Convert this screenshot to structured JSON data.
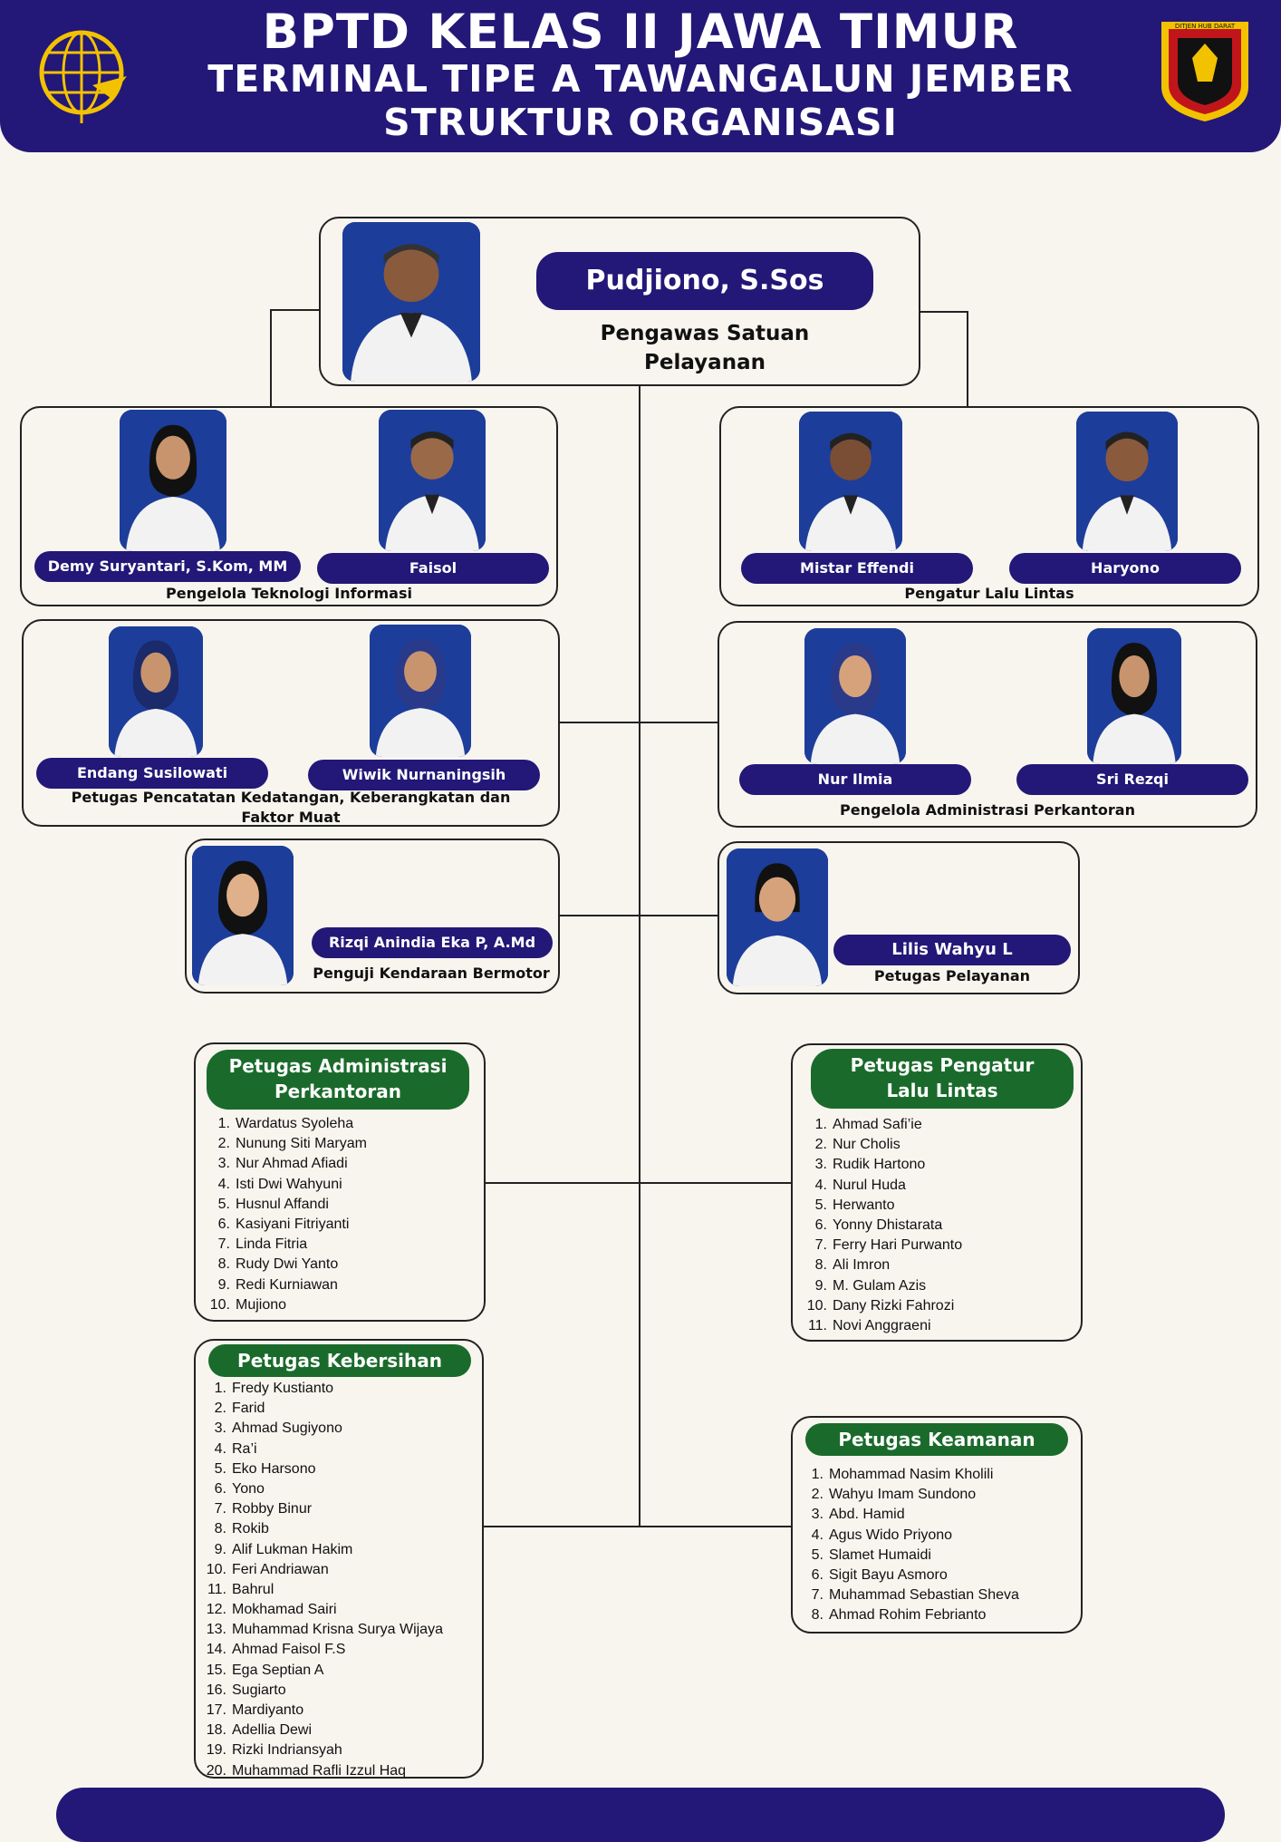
{
  "header": {
    "title_line1": "BPTD KELAS II JAWA TIMUR",
    "title_line2": "TERMINAL TIPE A TAWANGALUN JEMBER",
    "title_line3": "STRUKTUR ORGANISASI",
    "left_logo": "kemenhub-globe-logo",
    "right_logo": "ditjen-hub-darat-shield-logo",
    "right_logo_text": "DITJEN HUB DARAT"
  },
  "head": {
    "name": "Pudjiono, S.Sos",
    "role": "Pengawas Satuan Pelayanan"
  },
  "pengelola_ti": {
    "names": [
      "Demy Suryantari, S.Kom, MM",
      "Faisol"
    ],
    "role": "Pengelola Teknologi Informasi"
  },
  "pengatur_lalu_lintas": {
    "names": [
      "Mistar Effendi",
      "Haryono"
    ],
    "role": "Pengatur Lalu Lintas"
  },
  "petugas_pencatatan": {
    "names": [
      "Endang Susilowati",
      "Wiwik Nurnaningsih"
    ],
    "role_line1": "Petugas Pencatatan Kedatangan, Keberangkatan dan",
    "role_line2": "Faktor Muat"
  },
  "pengelola_admin": {
    "names": [
      "Nur Ilmia",
      "Sri Rezqi"
    ],
    "role": "Pengelola Administrasi Perkantoran"
  },
  "penguji": {
    "name": "Rizqi Anindia Eka P, A.Md",
    "role": "Penguji Kendaraan Bermotor"
  },
  "petugas_pelayanan": {
    "name": "Lilis Wahyu L",
    "role": "Petugas Pelayanan"
  },
  "groups": {
    "admin": {
      "title_line1": "Petugas Administrasi",
      "title_line2": "Perkantoran",
      "members": [
        "Wardatus Syoleha",
        "Nunung Siti Maryam",
        "Nur Ahmad Afiadi",
        "Isti Dwi Wahyuni",
        "Husnul Affandi",
        "Kasiyani Fitriyanti",
        "Linda Fitria",
        "Rudy Dwi Yanto",
        "Redi Kurniawan",
        "Mujiono"
      ]
    },
    "lalu_lintas": {
      "title_line1": "Petugas Pengatur",
      "title_line2": "Lalu Lintas",
      "members": [
        "Ahmad Safi’ie",
        "Nur Cholis",
        "Rudik Hartono",
        "Nurul Huda",
        "Herwanto",
        "Yonny Dhistarata",
        "Ferry Hari Purwanto",
        "Ali Imron",
        "M. Gulam Azis",
        "Dany Rizki Fahrozi",
        "Novi Anggraeni"
      ]
    },
    "kebersihan": {
      "title": "Petugas Kebersihan",
      "members": [
        "Fredy Kustianto",
        "Farid",
        "Ahmad Sugiyono",
        "Ra’i",
        "Eko Harsono",
        "Yono",
        "Robby Binur",
        "Rokib",
        "Alif Lukman Hakim",
        "Feri Andriawan",
        "Bahrul",
        "Mokhamad Sairi",
        "Muhammad Krisna Surya Wijaya",
        "Ahmad Faisol F.S",
        "Ega Septian A",
        "Sugiarto",
        "Mardiyanto",
        "Adellia Dewi",
        "Rizki Indriansyah",
        "Muhammad Rafli Izzul Haq"
      ]
    },
    "keamanan": {
      "title": "Petugas Keamanan",
      "members": [
        "Mohammad Nasim Kholili",
        "Wahyu Imam Sundono",
        "Abd. Hamid",
        "Agus Wido Priyono",
        "Slamet Humaidi",
        "Sigit Bayu Asmoro",
        "Muhammad Sebastian Sheva",
        "Ahmad Rohim Febrianto"
      ]
    }
  },
  "colors": {
    "navy": "#231777",
    "green": "#1a6b2b",
    "background": "#f8f5ef"
  }
}
